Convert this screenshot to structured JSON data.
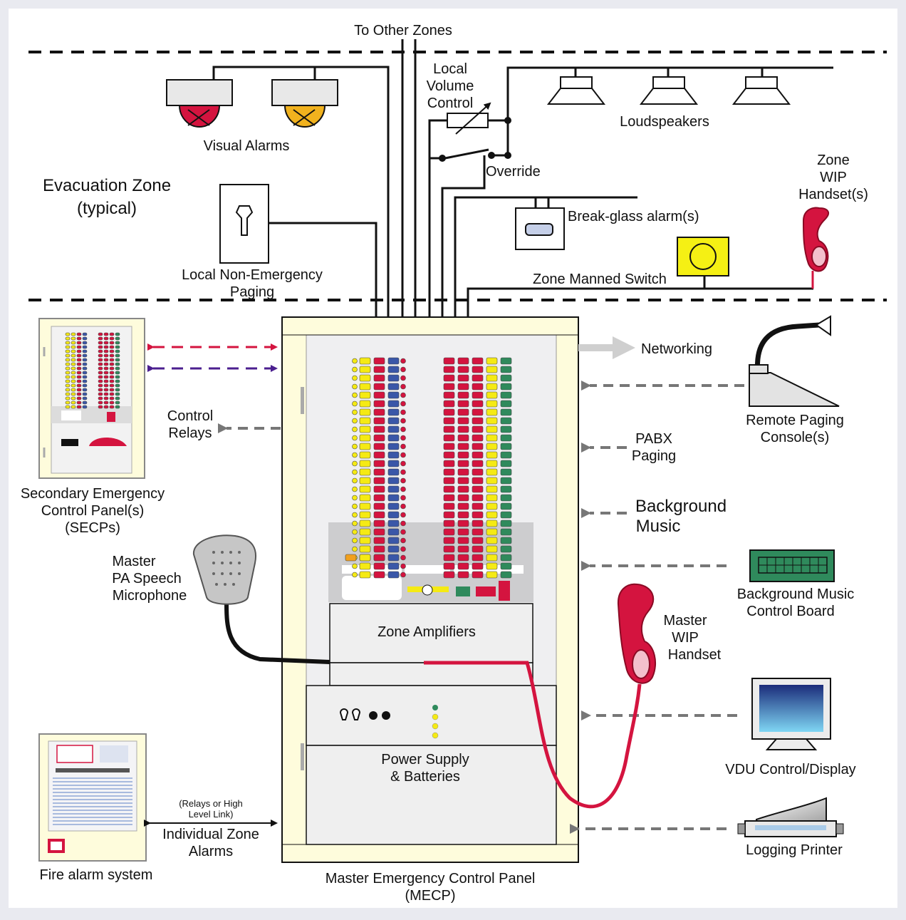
{
  "colors": {
    "frame": "#fefcdc",
    "panel": "#efeff1",
    "red": "#d4143f",
    "yellow": "#f5ea14",
    "blue": "#3a57a8",
    "green": "#2f8a5c",
    "orange": "#f1a01e"
  },
  "icons": [
    "visual-alarm-icon",
    "loudspeaker-icon",
    "handset-icon",
    "microphone-icon",
    "monitor-icon",
    "printer-icon",
    "keyboard-icon",
    "paging-console-icon",
    "break-glass-icon",
    "switch-icon"
  ],
  "labels": {
    "to_other_zones": "To Other Zones",
    "local_volume_control_1": "Local",
    "local_volume_control_2": "Volume",
    "local_volume_control_3": "Control",
    "loudspeakers": "Loudspeakers",
    "visual_alarms": "Visual Alarms",
    "override": "Override",
    "evacuation_zone_1": "Evacuation Zone",
    "evacuation_zone_2": "(typical)",
    "zone_wip_1": "Zone",
    "zone_wip_2": "WIP",
    "zone_wip_3": "Handset(s)",
    "break_glass": "Break-glass alarm(s)",
    "local_paging_1": "Local Non-Emergency",
    "local_paging_2": "Paging",
    "zone_manned_switch": "Zone Manned Switch",
    "networking": "Networking",
    "control_relays_1": "Control",
    "control_relays_2": "Relays",
    "remote_paging_1": "Remote Paging",
    "remote_paging_2": "Console(s)",
    "pabx_1": "PABX",
    "pabx_2": "Paging",
    "secp_1": "Secondary Emergency",
    "secp_2": "Control Panel(s)",
    "secp_3": "(SECPs)",
    "background_music_1": "Background",
    "background_music_2": "Music",
    "master_mic_1": "Master",
    "master_mic_2": "PA Speech",
    "master_mic_3": "Microphone",
    "bgm_board_1": "Background Music",
    "bgm_board_2": "Control Board",
    "zone_amplifiers": "Zone Amplifiers",
    "master_wip_1": "Master",
    "master_wip_2": "WIP",
    "master_wip_3": "Handset",
    "power_supply_1": "Power Supply",
    "power_supply_2": "& Batteries",
    "vdu": "VDU Control/Display",
    "relays_link_1": "(Relays or High",
    "relays_link_2": "Level Link)",
    "individual_alarms_1": "Individual Zone",
    "individual_alarms_2": "Alarms",
    "fire_alarm": "Fire alarm system",
    "logging_printer": "Logging Printer",
    "mecp_1": "Master Emergency Control Panel",
    "mecp_2": "(MECP)"
  }
}
